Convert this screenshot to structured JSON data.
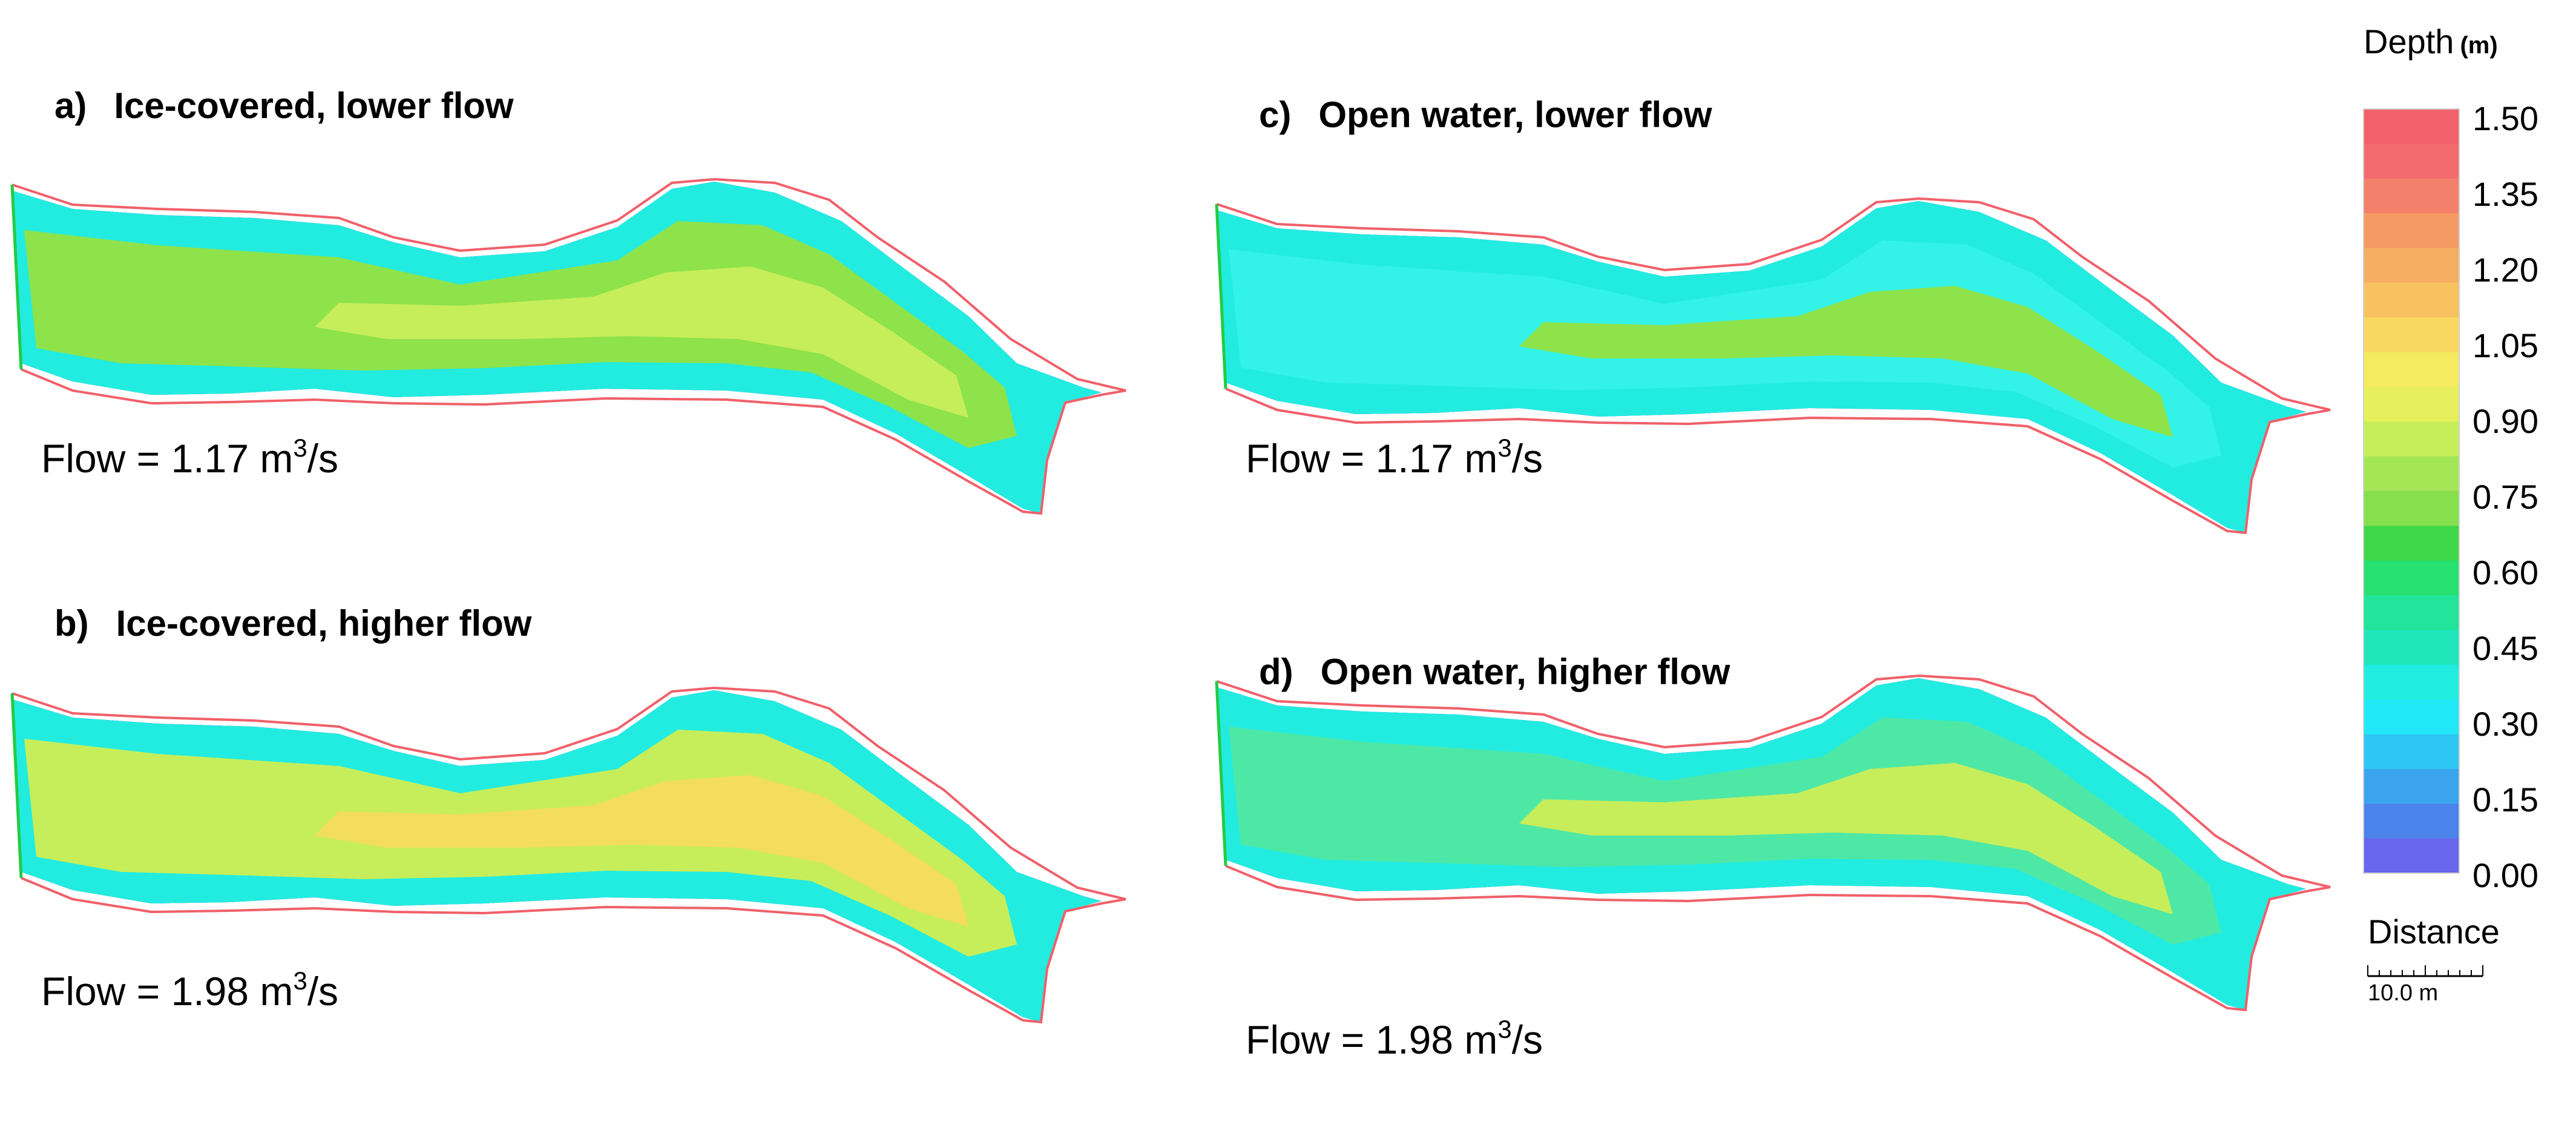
{
  "panels": [
    {
      "id": "a",
      "letter": "a)",
      "title": "Ice-covered, lower flow",
      "flow_prefix": "Flow = 1.17 m",
      "flow_exp": "3",
      "flow_suffix": "/s",
      "shade": "#8ee24a",
      "core": "#c6ee5a"
    },
    {
      "id": "b",
      "letter": "b)",
      "title": "Ice-covered, higher flow",
      "flow_prefix": "Flow = 1.98 m",
      "flow_exp": "3",
      "flow_suffix": "/s",
      "shade": "#c6ee5a",
      "core": "#f4dc5c"
    },
    {
      "id": "c",
      "letter": "c)",
      "title": "Open water, lower flow",
      "flow_prefix": "Flow = 1.17 m",
      "flow_exp": "3",
      "flow_suffix": "/s",
      "shade": "#33f2e8",
      "core": "#8ee24a"
    },
    {
      "id": "d",
      "letter": "d)",
      "title": "Open water, higher flow",
      "flow_prefix": "Flow = 1.98 m",
      "flow_exp": "3",
      "flow_suffix": "/s",
      "shade": "#4ee8a6",
      "core": "#c6ee5a"
    }
  ],
  "legend": {
    "title": "Depth",
    "unit": "(m)",
    "ticks": [
      "1.50",
      "1.35",
      "1.20",
      "1.05",
      "0.90",
      "0.75",
      "0.60",
      "0.45",
      "0.30",
      "0.15",
      "0.00"
    ],
    "colors": [
      "#f2606a",
      "#f26a6e",
      "#f2806a",
      "#f49a62",
      "#f6ae60",
      "#f8c260",
      "#f8d860",
      "#f6ea5e",
      "#e6f05c",
      "#c6ee5a",
      "#a4e656",
      "#86e04e",
      "#3ed848",
      "#26e070",
      "#22e49a",
      "#20e6bc",
      "#22ece0",
      "#20e8f6",
      "#2ec6f2",
      "#3aa4ee",
      "#4a84ea",
      "#6a66ee"
    ],
    "distance_label": "Distance",
    "scale_label": "10.0 m"
  },
  "colors": {
    "bank_line": "#f0606a",
    "edge_blue": "#6a66ee",
    "light_blue": "#3aa4ee",
    "cyan": "#22ece0",
    "inlet_green": "#22cc44"
  }
}
